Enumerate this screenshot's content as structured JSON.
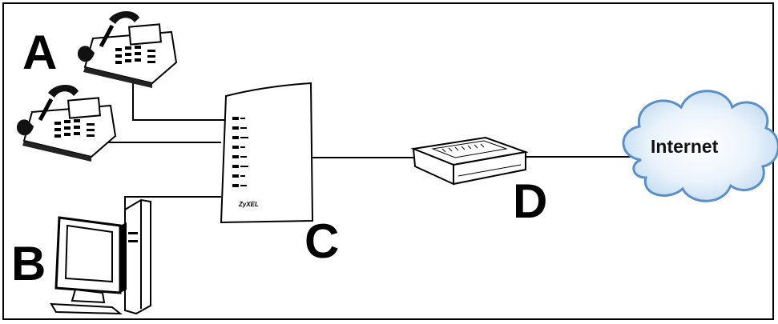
{
  "labels": {
    "a": "A",
    "b": "B",
    "c": "C",
    "d": "D"
  },
  "cloud": {
    "text": "Internet",
    "color": "#cfe4f6",
    "outline": "#5b8fc8"
  },
  "device": {
    "brand": "ZyXEL"
  },
  "icons": {
    "phone_a": "desk-phone-icon",
    "phone_b": "desk-phone-icon",
    "computer": "desktop-computer-icon",
    "gateway": "voip-gateway-icon",
    "modem": "modem-icon",
    "cloud": "internet-cloud-icon"
  }
}
